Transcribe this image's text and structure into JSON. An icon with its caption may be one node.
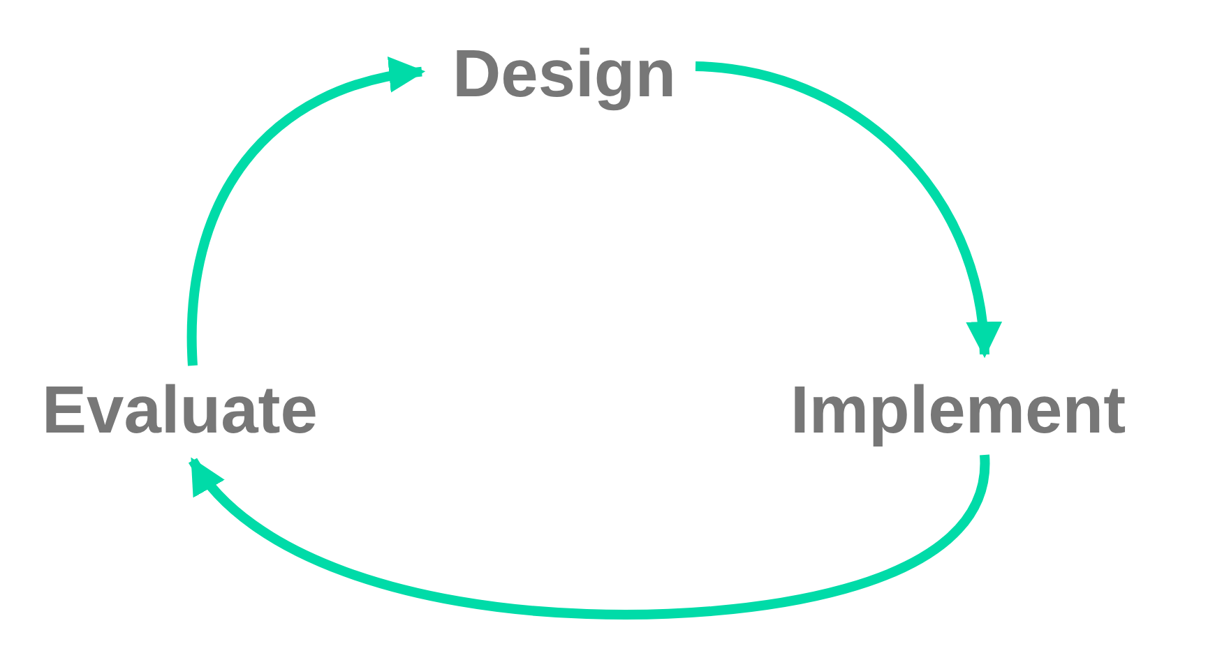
{
  "diagram": {
    "nodes": [
      {
        "text": [
          "Design"
        ]
      },
      {
        "text": [
          "Implement"
        ]
      },
      {
        "text": [
          "Evaluate"
        ]
      }
    ],
    "edges": [
      {
        "from": 0,
        "to": 1,
        "arrow": "to"
      },
      {
        "from": 1,
        "to": 2,
        "arrow": "to"
      },
      {
        "from": 2,
        "to": 0,
        "arrow": "to"
      }
    ]
  }
}
